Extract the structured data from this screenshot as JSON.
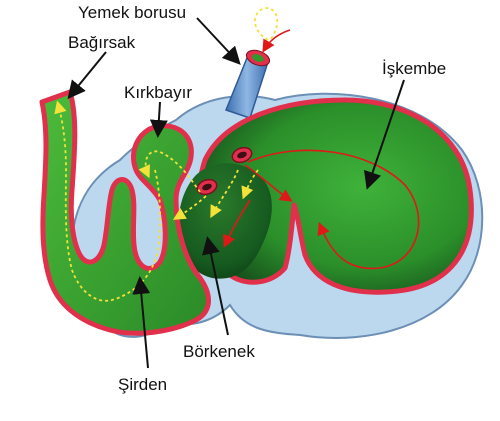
{
  "labels": {
    "esophagus": "Yemek borusu",
    "intestine": "Bağırsak",
    "omasum": "Kırkbayır",
    "rumen": "İşkembe",
    "reticulum": "Börkenek",
    "abomasum": "Şirden"
  },
  "colors": {
    "fill_green": "#2f9a2a",
    "wall_red": "#e0304c",
    "outer_blue": "#bcd8ef",
    "tube_blue": "#5b8fc9",
    "flow_red": "#e01818",
    "flow_yellow": "#f2e23a",
    "label_text": "#111111"
  }
}
